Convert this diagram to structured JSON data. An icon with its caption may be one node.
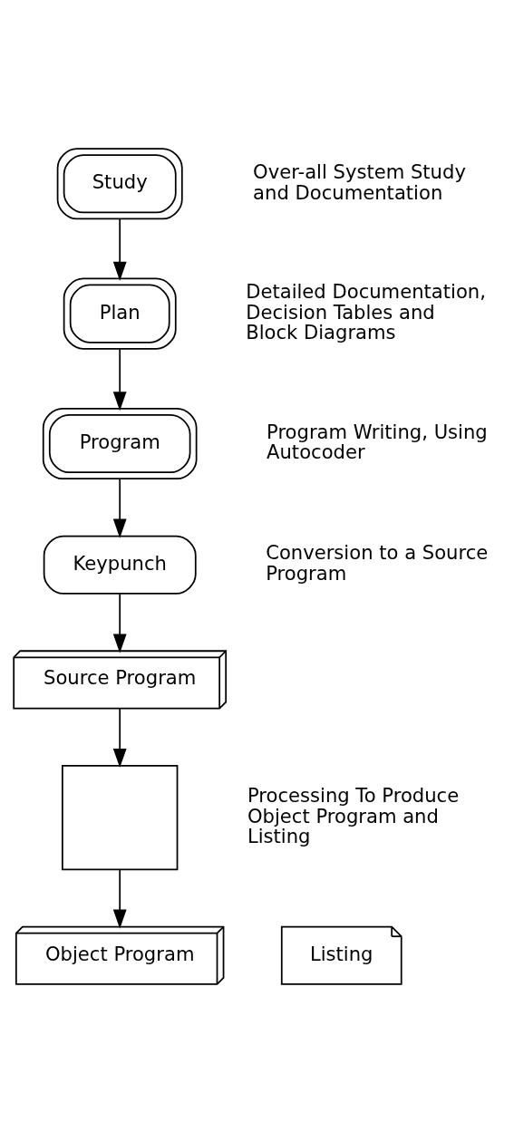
{
  "diagram": {
    "nodes": [
      {
        "text": [
          "Study"
        ],
        "beside": [
          "Over-all System Study and Documentation"
        ]
      },
      {
        "text": [
          "Plan"
        ],
        "beside": [
          "Detailed Documentation, Decision Tables and Block Diagrams"
        ]
      },
      {
        "text": [
          "Program"
        ],
        "beside": [
          "Program Writing, Using Autocoder"
        ]
      },
      {
        "text": [
          "Keypunch"
        ],
        "beside": [
          "Conversion to a Source Program"
        ]
      },
      {
        "text": [
          "Source Program"
        ]
      },
      {
        "text": [],
        "shape": "box",
        "beside": [
          "Processing To Produce Object Program and Listing"
        ]
      },
      {
        "text": [
          "Object Program"
        ]
      },
      {
        "text": [
          "Listing"
        ]
      }
    ],
    "edges": [
      {
        "from": 0,
        "to": 1,
        "arrow": "to"
      },
      {
        "from": 1,
        "to": 2,
        "arrow": "to"
      },
      {
        "from": 2,
        "to": 3,
        "arrow": "to"
      },
      {
        "from": 3,
        "to": 4,
        "arrow": "to"
      },
      {
        "from": 4,
        "to": 5,
        "arrow": "to"
      },
      {
        "from": 5,
        "to": 6,
        "arrow": "to"
      }
    ]
  }
}
